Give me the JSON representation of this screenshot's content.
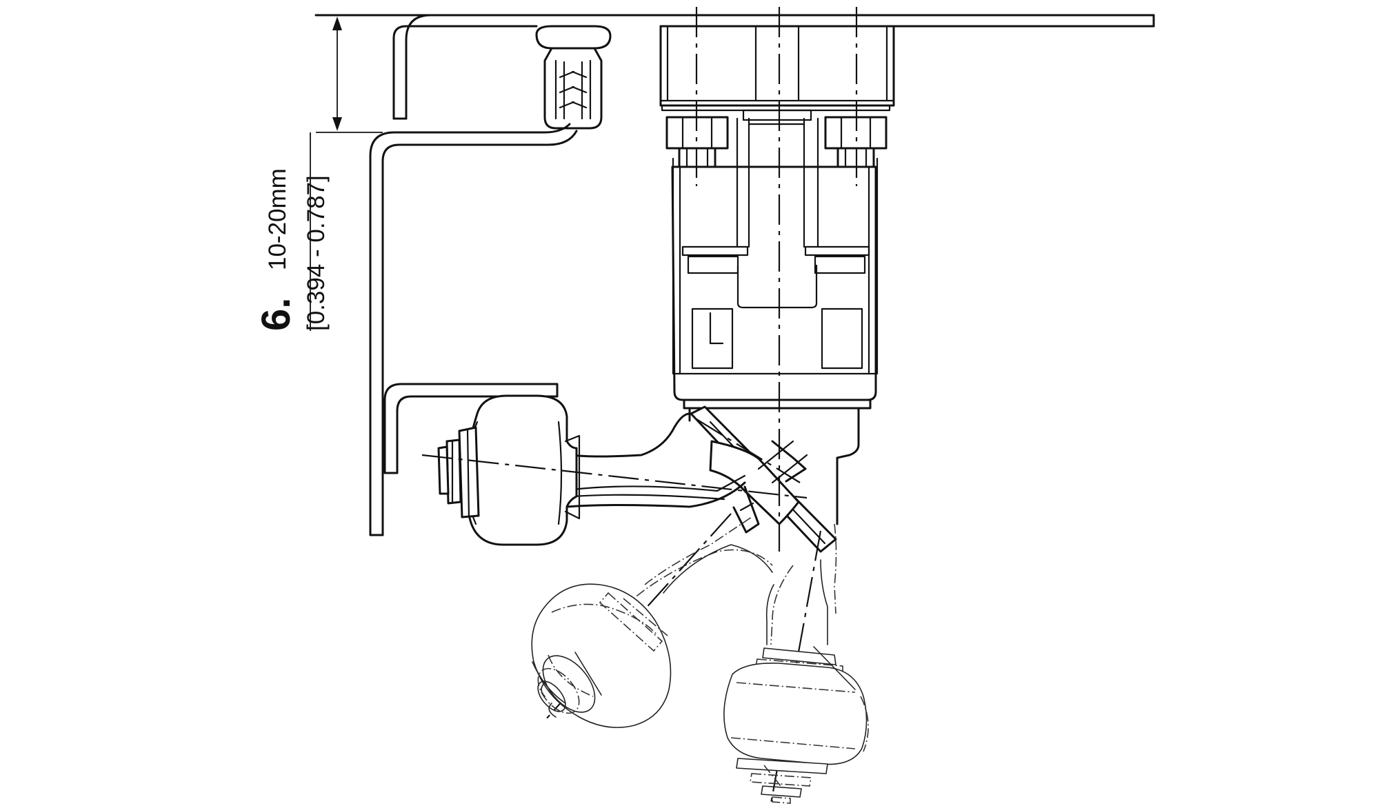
{
  "dimension": {
    "step_number": "6.",
    "range_mm": "10-20mm",
    "range_in": "[0.394 - 0.787]"
  }
}
